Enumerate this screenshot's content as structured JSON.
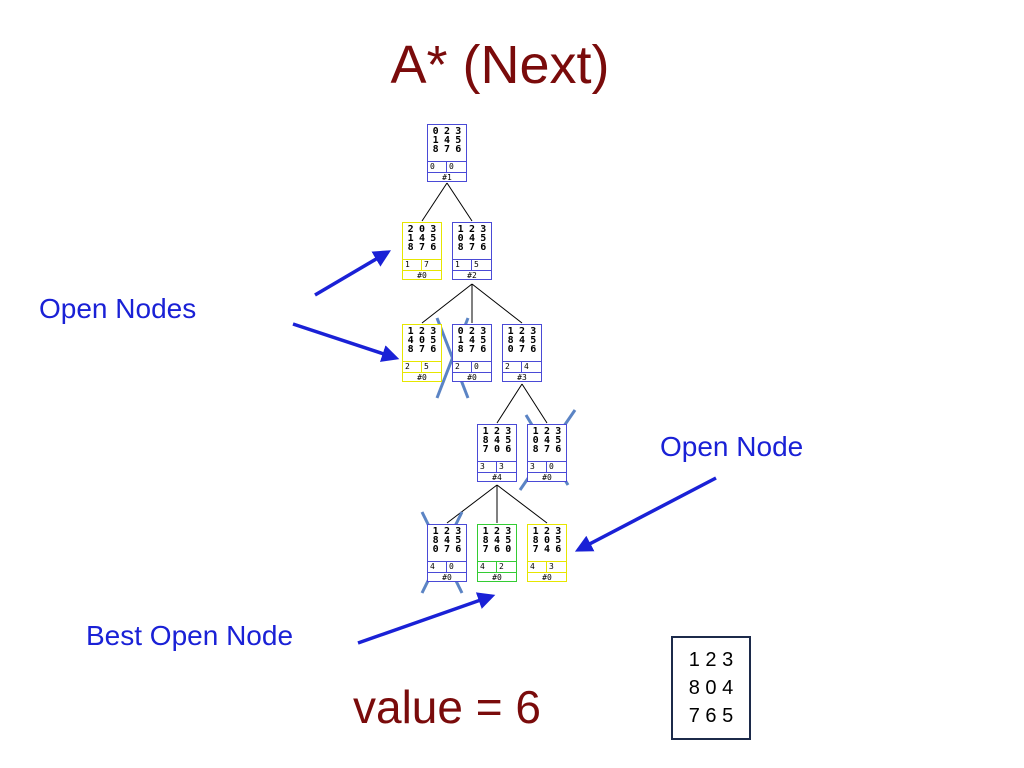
{
  "title": "A* (Next)",
  "labels": {
    "open_nodes": "Open Nodes",
    "open_node": "Open Node",
    "best_open_node": "Best Open Node"
  },
  "value_caption": "value = 6",
  "goal_state": [
    "1 2 3",
    "8 0 4",
    "7 6 5"
  ],
  "colors": {
    "title": "#7a0b0b",
    "callout": "#1a21d6",
    "cross": "#5b84c4",
    "node_expanded": "#4a4ad6",
    "node_open": "#e6e600",
    "node_best": "#33cc33"
  },
  "nodes": {
    "n1": {
      "grid": [
        "0",
        "2",
        "3",
        "1",
        "4",
        "5",
        "8",
        "7",
        "6"
      ],
      "g": "0",
      "h": "0",
      "id": "#1",
      "state": "expanded"
    },
    "n2a": {
      "grid": [
        "2",
        "0",
        "3",
        "1",
        "4",
        "5",
        "8",
        "7",
        "6"
      ],
      "g": "1",
      "h": "7",
      "id": "#0",
      "state": "open"
    },
    "n2b": {
      "grid": [
        "1",
        "2",
        "3",
        "0",
        "4",
        "5",
        "8",
        "7",
        "6"
      ],
      "g": "1",
      "h": "5",
      "id": "#2",
      "state": "expanded"
    },
    "n3a": {
      "grid": [
        "1",
        "2",
        "3",
        "4",
        "0",
        "5",
        "8",
        "7",
        "6"
      ],
      "g": "2",
      "h": "5",
      "id": "#0",
      "state": "open"
    },
    "n3b": {
      "grid": [
        "0",
        "2",
        "3",
        "1",
        "4",
        "5",
        "8",
        "7",
        "6"
      ],
      "g": "2",
      "h": "0",
      "id": "#0",
      "state": "expanded"
    },
    "n3c": {
      "grid": [
        "1",
        "2",
        "3",
        "8",
        "4",
        "5",
        "0",
        "7",
        "6"
      ],
      "g": "2",
      "h": "4",
      "id": "#3",
      "state": "expanded"
    },
    "n4a": {
      "grid": [
        "1",
        "2",
        "3",
        "8",
        "4",
        "5",
        "7",
        "0",
        "6"
      ],
      "g": "3",
      "h": "3",
      "id": "#4",
      "state": "expanded"
    },
    "n4b": {
      "grid": [
        "1",
        "2",
        "3",
        "0",
        "4",
        "5",
        "8",
        "7",
        "6"
      ],
      "g": "3",
      "h": "0",
      "id": "#0",
      "state": "expanded"
    },
    "n5a": {
      "grid": [
        "1",
        "2",
        "3",
        "8",
        "4",
        "5",
        "0",
        "7",
        "6"
      ],
      "g": "4",
      "h": "0",
      "id": "#0",
      "state": "expanded"
    },
    "n5b": {
      "grid": [
        "1",
        "2",
        "3",
        "8",
        "4",
        "5",
        "7",
        "6",
        "0"
      ],
      "g": "4",
      "h": "2",
      "id": "#0",
      "state": "best"
    },
    "n5c": {
      "grid": [
        "1",
        "2",
        "3",
        "8",
        "0",
        "5",
        "7",
        "4",
        "6"
      ],
      "g": "4",
      "h": "3",
      "id": "#0",
      "state": "open"
    }
  }
}
